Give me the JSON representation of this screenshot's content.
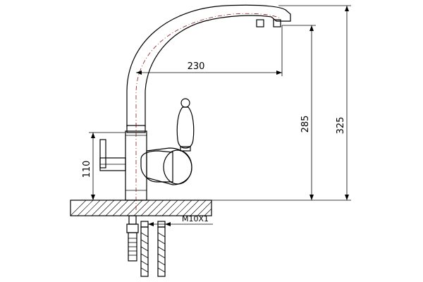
{
  "dimensions": {
    "spout_reach": "230",
    "height_outlet": "285",
    "height_total": "325",
    "handle_height": "110",
    "thread": "M10X1"
  },
  "colors": {
    "line": "#000000",
    "centerline": "#8b1e1e",
    "background": "#ffffff"
  }
}
